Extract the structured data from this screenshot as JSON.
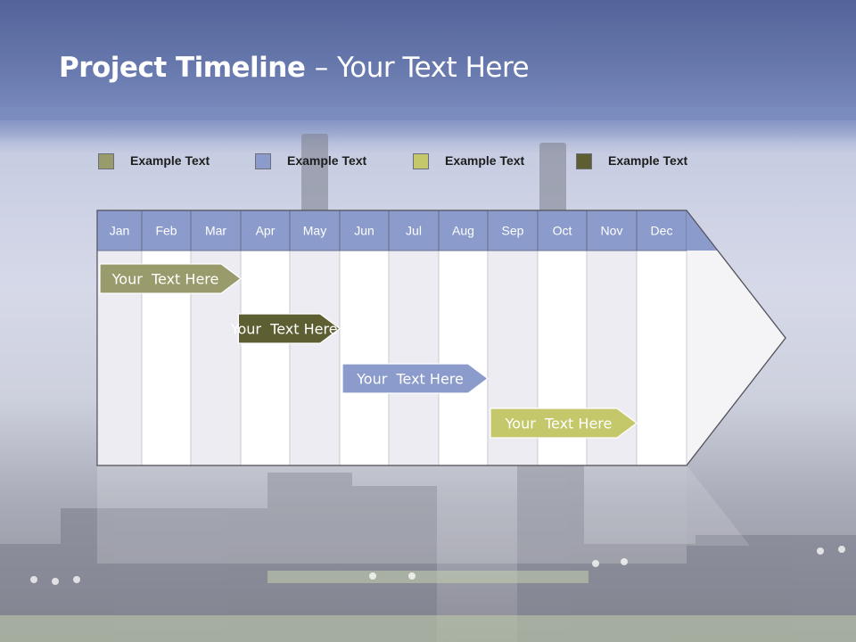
{
  "slide": {
    "title_bold": "Project Timeline",
    "title_separator": "–",
    "title_rest": "Your Text Here"
  },
  "legend": [
    {
      "label": "Example Text",
      "color": "#9a9b6c"
    },
    {
      "label": "Example Text",
      "color": "#8b9bcb"
    },
    {
      "label": "Example Text",
      "color": "#c5c86a"
    },
    {
      "label": "Example Text",
      "color": "#5d5f33"
    }
  ],
  "timeline": {
    "months": [
      "Jan",
      "Feb",
      "Mar",
      "Apr",
      "May",
      "Jun",
      "Jul",
      "Aug",
      "Sep",
      "Oct",
      "Nov",
      "Dec"
    ],
    "header_color": "#8b9bcb",
    "tasks": [
      {
        "label": "Your  Text Here",
        "start_month": 1.0,
        "end_month": 4.0,
        "color": "#9a9b6c"
      },
      {
        "label": "Your  Text Here",
        "start_month": 3.9,
        "end_month": 6.0,
        "color": "#5d5f33"
      },
      {
        "label": "Your  Text Here",
        "start_month": 6.0,
        "end_month": 9.0,
        "color": "#8b9bcb"
      },
      {
        "label": "Your  Text Here",
        "start_month": 9.0,
        "end_month": 12.0,
        "color": "#c5c86a"
      }
    ]
  }
}
